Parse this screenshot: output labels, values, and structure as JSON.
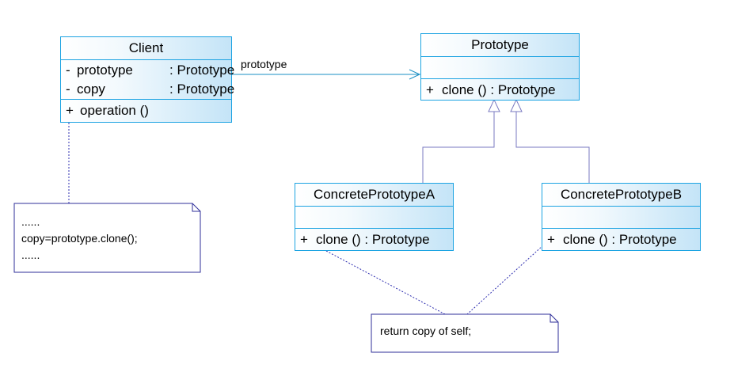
{
  "diagram": {
    "classes": {
      "client": {
        "name": "Client",
        "attributes": [
          {
            "visibility": "-",
            "name": "prototype",
            "type": ": Prototype"
          },
          {
            "visibility": "-",
            "name": "copy",
            "type": ": Prototype"
          }
        ],
        "operations": [
          {
            "visibility": "+",
            "signature": "operation ()"
          }
        ]
      },
      "prototype": {
        "name": "Prototype",
        "operations": [
          {
            "visibility": "+",
            "signature": "clone ()  : Prototype"
          }
        ]
      },
      "concrete_a": {
        "name": "ConcretePrototypeA",
        "operations": [
          {
            "visibility": "+",
            "signature": "clone ()  : Prototype"
          }
        ]
      },
      "concrete_b": {
        "name": "ConcretePrototypeB",
        "operations": [
          {
            "visibility": "+",
            "signature": "clone ()  : Prototype"
          }
        ]
      }
    },
    "association_label": "prototype",
    "notes": {
      "client_note": [
        "......",
        "copy=prototype.clone();",
        "......"
      ],
      "clone_note": [
        "return copy of self;"
      ]
    },
    "colors": {
      "class_border": "#1ca3e2",
      "class_gradient_end": "#c4e4f7",
      "association_line": "#1a8fc4",
      "generalization_line": "#7878c0",
      "note_border": "#2f2f9a",
      "note_link": "#2f2fb0"
    }
  }
}
